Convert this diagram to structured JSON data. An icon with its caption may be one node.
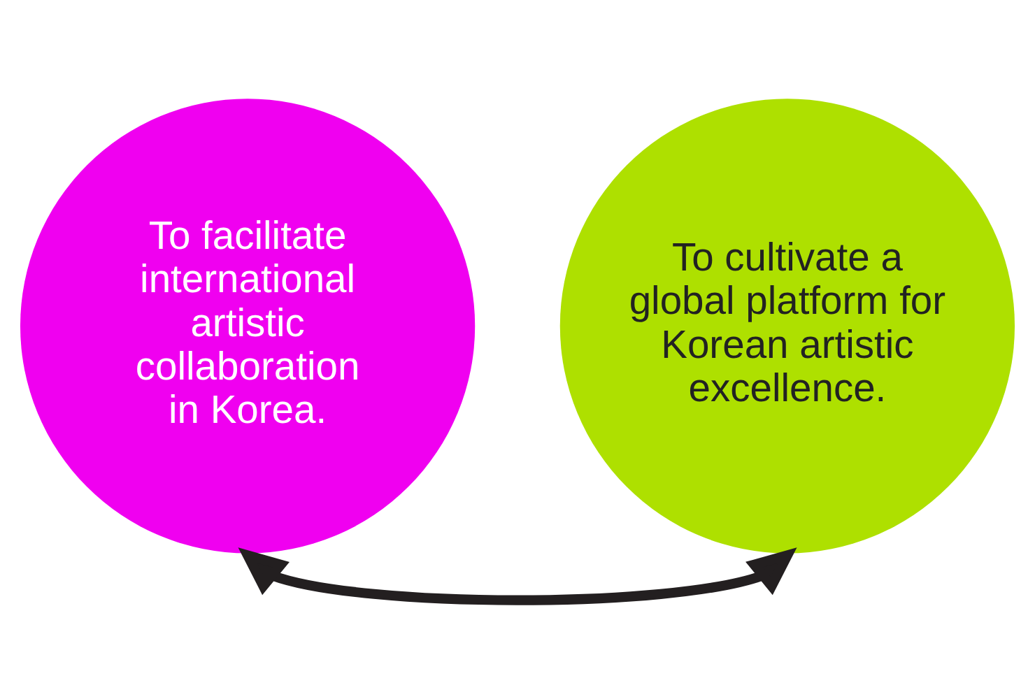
{
  "diagram": {
    "nodes": [
      {
        "text": [
          "To facilitate international artistic collaboration in Korea."
        ]
      },
      {
        "text": [
          "To cultivate a global platform for Korean artistic excellence."
        ]
      }
    ],
    "edges": [
      {
        "from": 0,
        "to": 1,
        "arrow": "both"
      }
    ]
  }
}
